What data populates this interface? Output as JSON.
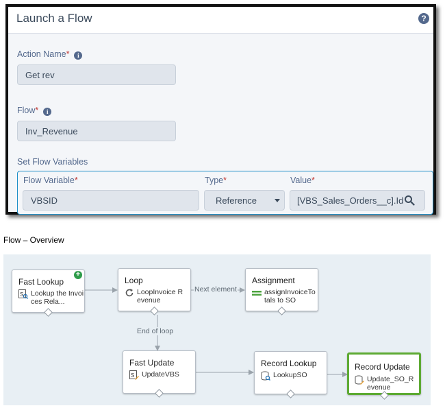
{
  "panel": {
    "title": "Launch a Flow",
    "help_icon": "question-circle-icon",
    "action_name": {
      "label": "Action Name",
      "required_mark": "*",
      "value": "Get rev"
    },
    "flow": {
      "label": "Flow",
      "required_mark": "*",
      "value": "Inv_Revenue"
    },
    "set_flow_variables": {
      "label": "Set Flow Variables",
      "columns": {
        "variable": "Flow Variable",
        "type": "Type",
        "value": "Value"
      },
      "required_mark": "*",
      "row": {
        "variable": "VBSID",
        "type": "Reference",
        "value": "[VBS_Sales_Orders__c].Id"
      }
    },
    "colors": {
      "required": "#c23934",
      "accent_border": "#1f8fc8",
      "label": "#54698d"
    }
  },
  "caption": "Flow – Overview",
  "flow_canvas": {
    "nodes": {
      "fast_lookup": {
        "type": "Fast Lookup",
        "label": "Lookup the Invoices Rela...",
        "icon": "fast-lookup-icon",
        "start": true
      },
      "loop": {
        "type": "Loop",
        "label": "LoopInvoice Revenue",
        "icon": "loop-icon"
      },
      "assignment": {
        "type": "Assignment",
        "label": "assignInvoiceTotals to SO",
        "icon": "assignment-icon"
      },
      "fast_update": {
        "type": "Fast Update",
        "label": "UpdateVBS",
        "icon": "fast-update-icon"
      },
      "record_lookup": {
        "type": "Record Lookup",
        "label": "LookupSO",
        "icon": "record-lookup-icon"
      },
      "record_update": {
        "type": "Record Update",
        "label": "Update_SO_Revenue",
        "icon": "record-update-icon",
        "selected": true
      }
    },
    "edge_labels": {
      "next_element": "Next element",
      "end_of_loop": "End of loop"
    },
    "colors": {
      "canvas": "#e8eff4",
      "selected_border": "#5daa33",
      "start_badge": "#2e9c4a"
    }
  }
}
